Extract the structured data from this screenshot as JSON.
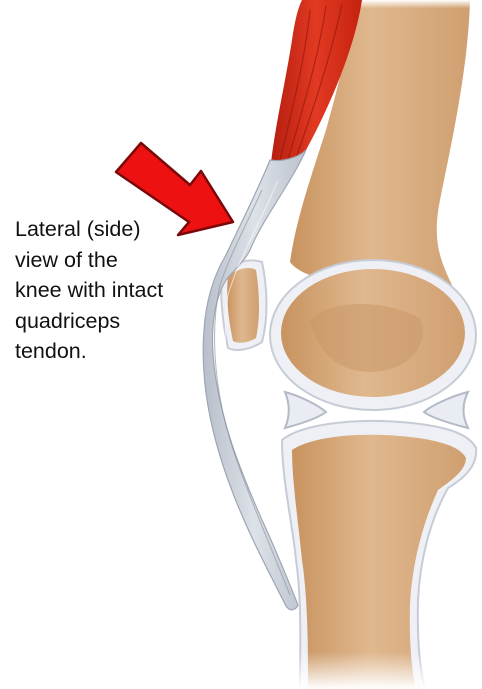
{
  "caption": {
    "lines": [
      "Lateral (side)",
      "view of the",
      "knee with intact",
      "quadriceps",
      "tendon."
    ]
  },
  "colors": {
    "arrow": "#ee1111",
    "bone": "#dcb187",
    "bone_shade": "#c4915f",
    "cartilage": "#eaedf3",
    "tendon": "#c8ced8",
    "muscle": "#d92a17"
  }
}
